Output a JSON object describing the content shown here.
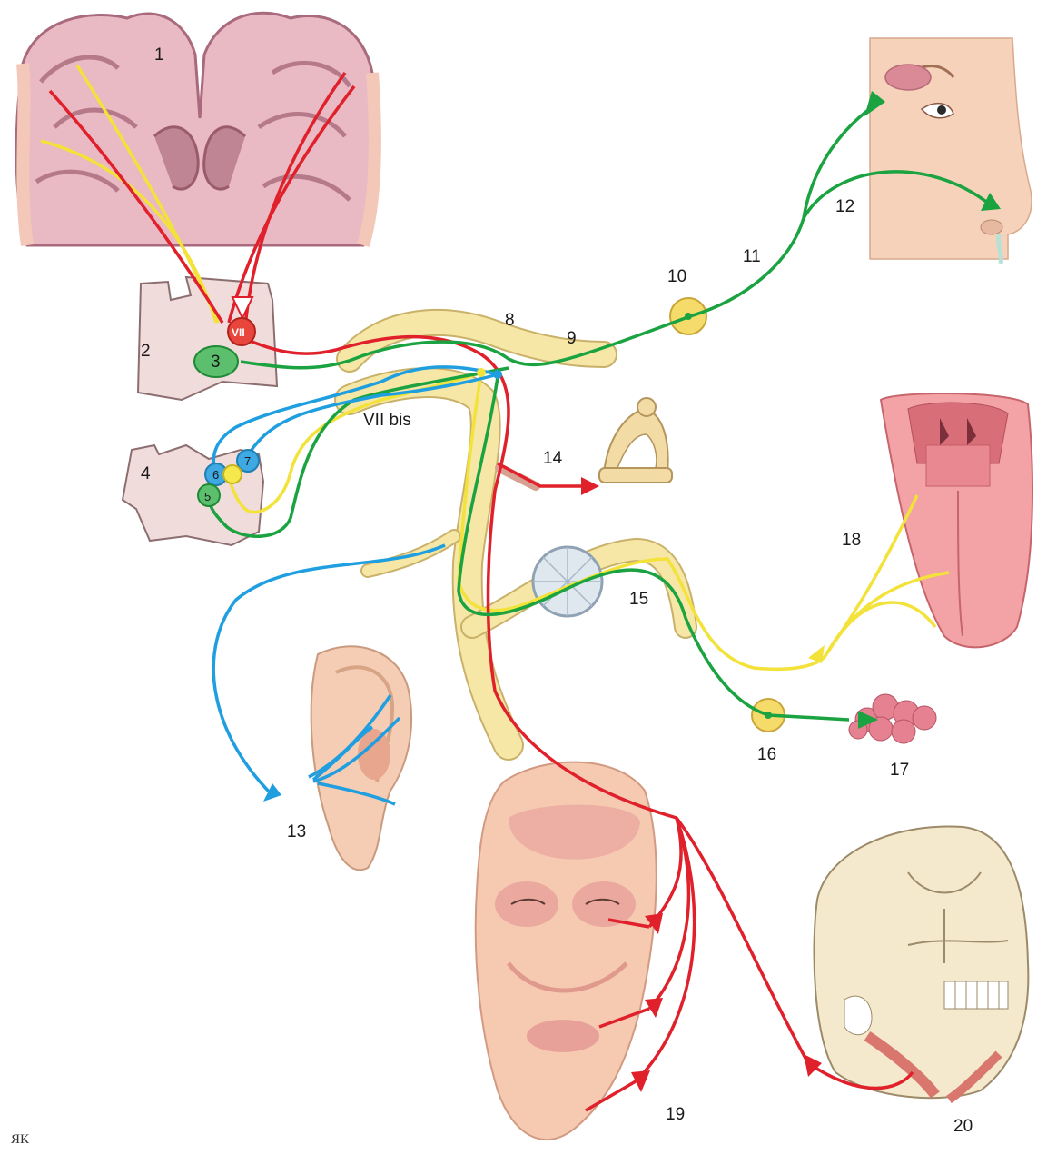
{
  "labels": {
    "l1": "1",
    "l2": "2",
    "l3": "3",
    "l4": "4",
    "l5": "5",
    "l6": "6",
    "l7": "7",
    "l8": "8",
    "l9": "9",
    "l10": "10",
    "l11": "11",
    "l12": "12",
    "l13": "13",
    "l14": "14",
    "l15": "15",
    "l16": "16",
    "l17": "17",
    "l18": "18",
    "l19": "19",
    "l20": "20",
    "vii": "VII",
    "vii_bis": "VII bis"
  },
  "signature": "ЯК",
  "colors": {
    "motor": "#e0202a",
    "parasympathetic": "#1aa340",
    "sensory_taste": "#f2e23a",
    "sensory_general": "#1f9ee0",
    "nerve_sheath": "#f6e7a6",
    "brain_tissue": "#c89aa8",
    "skin": "#f7cdb0"
  }
}
